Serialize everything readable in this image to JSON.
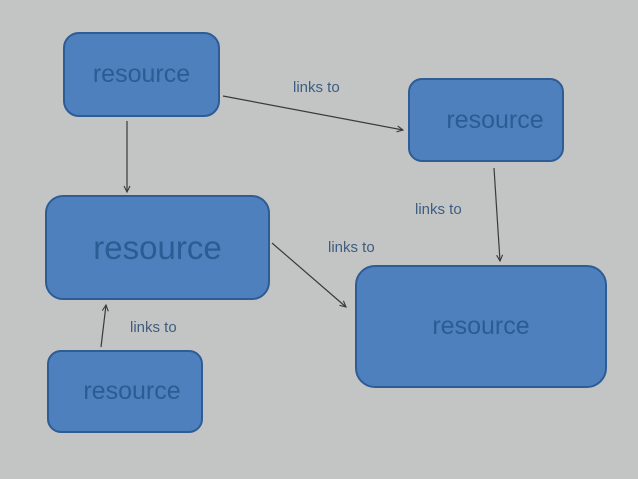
{
  "diagram": {
    "background_color": "#c3c4c4",
    "node_fill_color": "#4e80bd",
    "node_border_color": "#2e5c95",
    "node_text_color": "#2b5c94",
    "edge_label_color": "#3f5d80",
    "arrow_color": "#3a3a3a",
    "nodes": [
      {
        "id": "top-left",
        "label": "resource"
      },
      {
        "id": "top-right",
        "label": "resource"
      },
      {
        "id": "middle-left",
        "label": "resource"
      },
      {
        "id": "bottom-right",
        "label": "resource"
      },
      {
        "id": "bottom-left",
        "label": "resource"
      }
    ],
    "edges": [
      {
        "from": "top-left",
        "to": "top-right",
        "label": "links to"
      },
      {
        "from": "top-left",
        "to": "middle-left",
        "label": ""
      },
      {
        "from": "top-right",
        "to": "bottom-right",
        "label": "links to"
      },
      {
        "from": "middle-left",
        "to": "bottom-right",
        "label": "links to"
      },
      {
        "from": "bottom-left",
        "to": "middle-left",
        "label": "links to"
      }
    ]
  }
}
